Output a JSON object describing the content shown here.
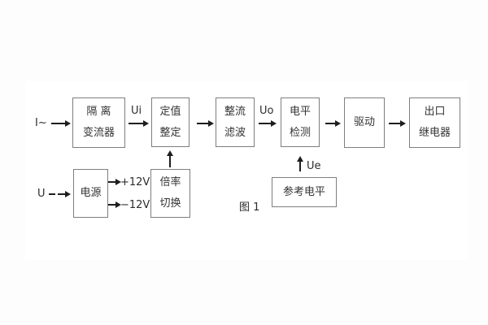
{
  "figure": {
    "caption": "图 1"
  },
  "blocks": {
    "isolation": {
      "line1": "隔 离",
      "line2": "变流器"
    },
    "setting": {
      "line1": "定值",
      "line2": "整定"
    },
    "rectifier": {
      "line1": "整流",
      "line2": "滤波"
    },
    "level": {
      "line1": "电平",
      "line2": "检测"
    },
    "drive": {
      "line1": "驱动"
    },
    "output": {
      "line1": "出口",
      "line2": "继电器"
    },
    "power": {
      "line1": "电源"
    },
    "ratio": {
      "line1": "倍率",
      "line2": "切换"
    },
    "reference": {
      "line1": "参考电平"
    }
  },
  "labels": {
    "input_current": "I~",
    "input_voltage": "U",
    "ui": "Ui",
    "uo": "Uo",
    "ue": "Ue",
    "plus12v": "+12V",
    "minus12v": "−12V"
  },
  "colors": {
    "background": "#fdfdfd",
    "box_border": "#7e7e7e",
    "text": "#333333",
    "arrow": "#1e1e1e"
  }
}
